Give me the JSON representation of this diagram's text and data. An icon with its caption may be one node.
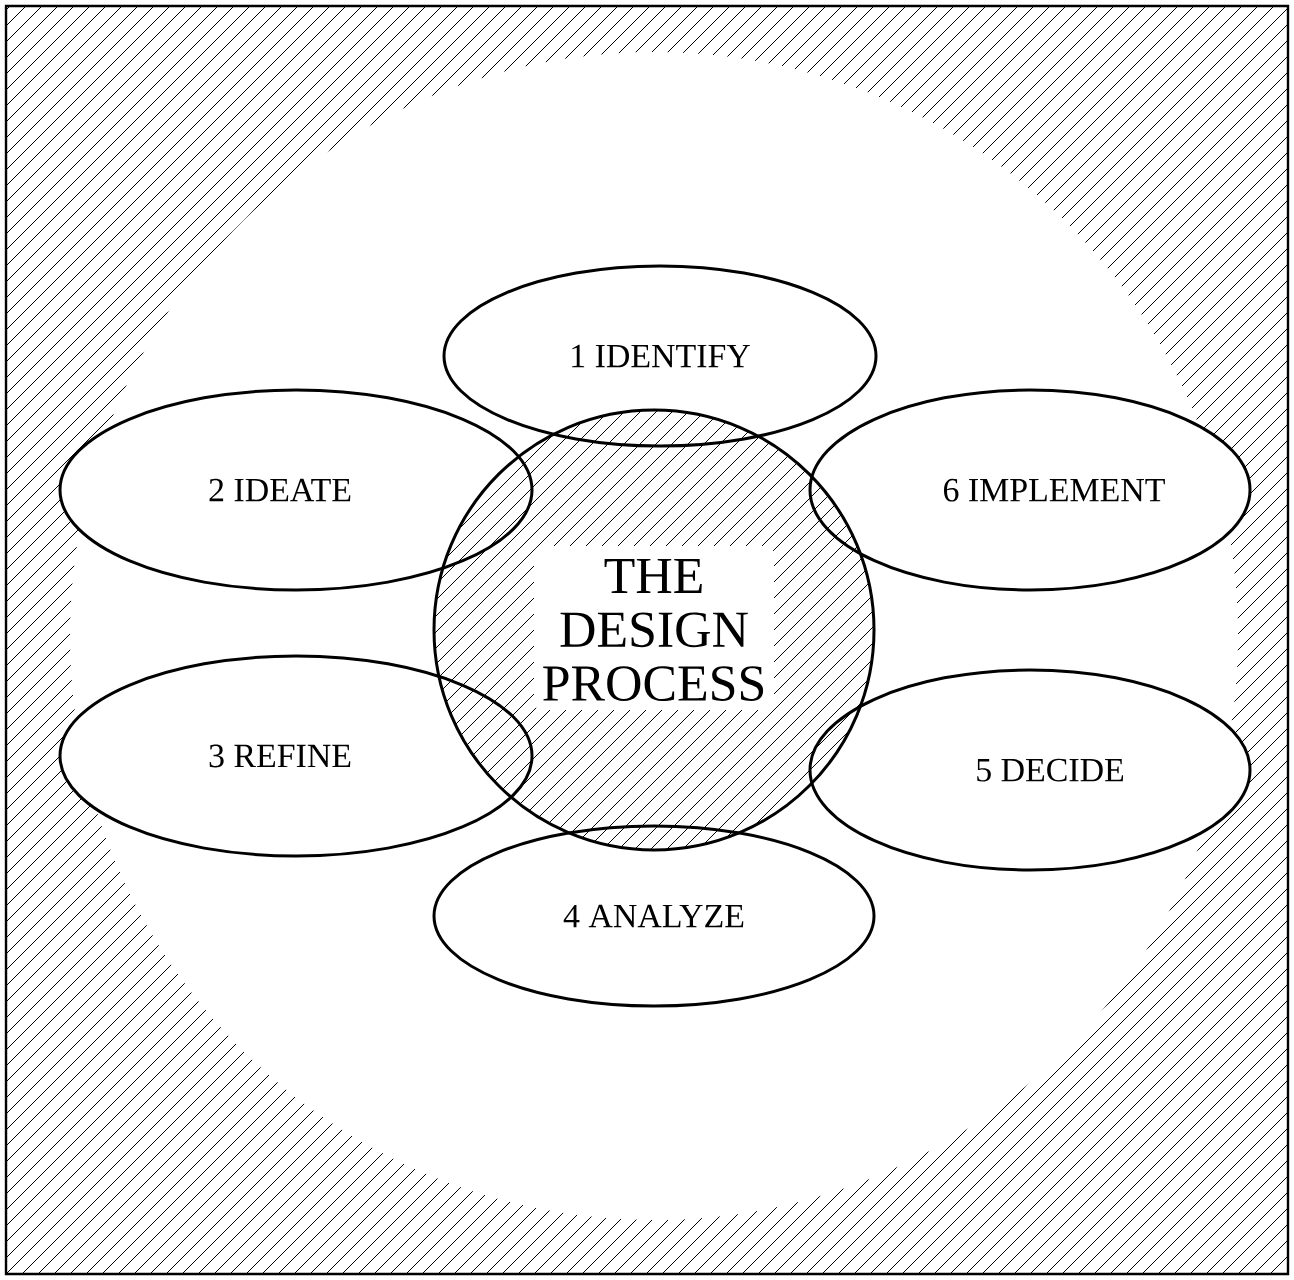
{
  "diagram": {
    "nodes": [
      {
        "text": [
          "1 IDENTIFY"
        ]
      },
      {
        "text": [
          "2 IDEATE"
        ]
      },
      {
        "text": [
          "THE DESIGN PROCESS"
        ]
      },
      {
        "text": [
          "6 IMPLEMENT"
        ]
      },
      {
        "text": [
          "3 REFINE"
        ]
      },
      {
        "text": [
          "5 DECIDE"
        ]
      },
      {
        "text": [
          "4 ANALYZE"
        ]
      }
    ]
  }
}
